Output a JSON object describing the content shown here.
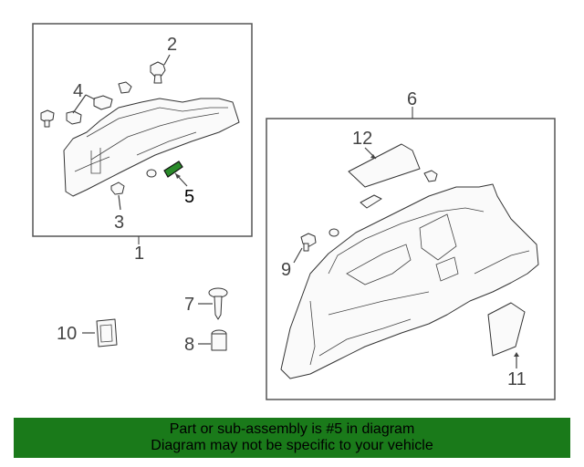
{
  "callouts": {
    "c1": "1",
    "c2": "2",
    "c3": "3",
    "c4": "4",
    "c5": "5",
    "c6": "6",
    "c7": "7",
    "c8": "8",
    "c9": "9",
    "c10": "10",
    "c11": "11",
    "c12": "12"
  },
  "highlight_color": "#2a8a2a",
  "banner_color": "#1a7a1a",
  "banner": {
    "line1": "Part or sub-assembly is #5 in diagram",
    "line2": "Diagram may not be specific to your vehicle"
  }
}
